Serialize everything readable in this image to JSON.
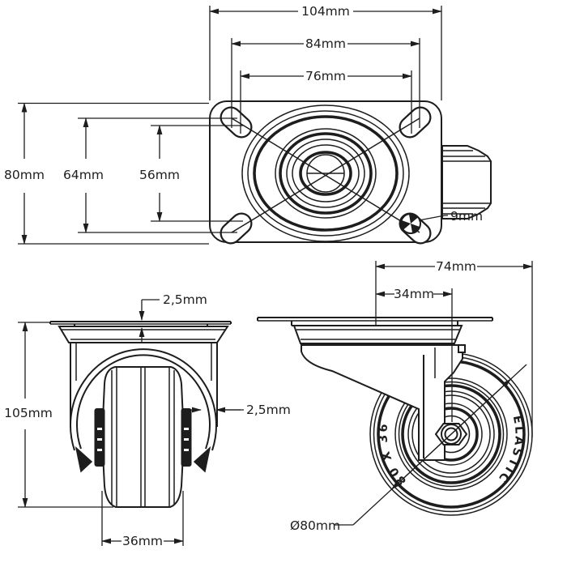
{
  "drawing": {
    "background": "#ffffff",
    "line_color": "#1d1d1d"
  },
  "top_view": {
    "overall_width": "104mm",
    "bolt_pitch_wide": "84mm",
    "bolt_pitch_narrow": "76mm",
    "overall_depth": "80mm",
    "bolt_pitch_deep": "64mm",
    "bolt_pitch_shallow": "56mm",
    "bolt_hole_diameter": "9mm"
  },
  "front_view": {
    "plate_thickness": "2,5mm",
    "overall_height": "105mm",
    "fork_thickness": "2,5mm",
    "wheel_width": "36mm"
  },
  "side_view": {
    "swivel_radius": "74mm",
    "swivel_offset": "34mm",
    "wheel_diameter": "Ø80mm",
    "wheel_marking_size": "80 X 36",
    "wheel_marking_material": "ELASTIC"
  }
}
